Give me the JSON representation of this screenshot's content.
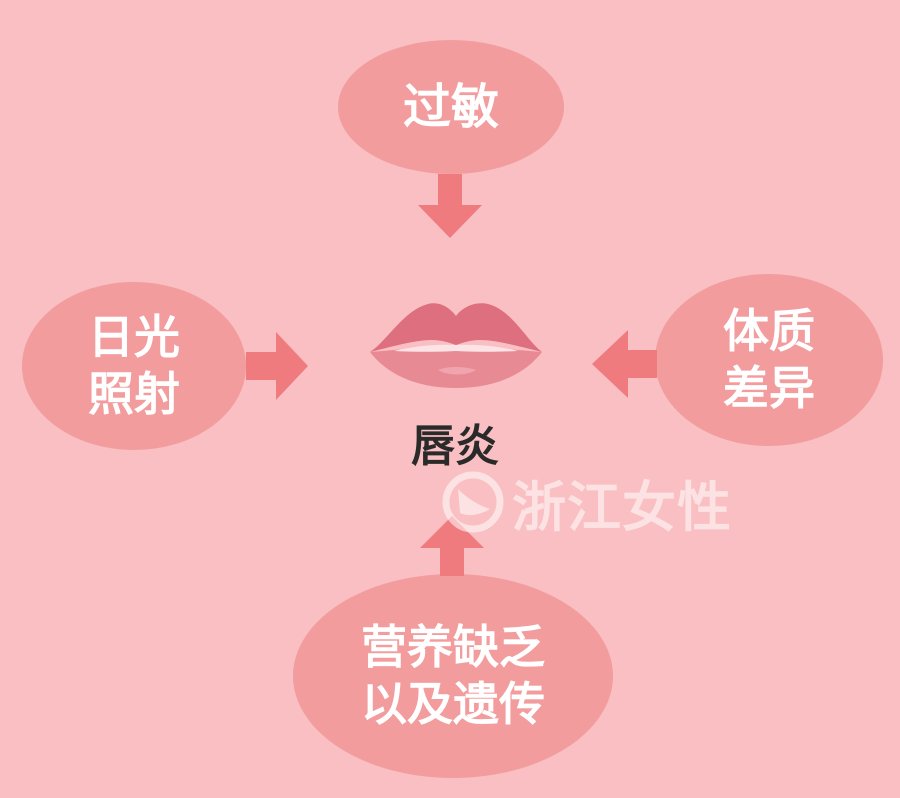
{
  "diagram": {
    "center": {
      "label": "唇炎",
      "icon": "lips-icon"
    },
    "causes": {
      "top": {
        "lines": [
          "过敏"
        ]
      },
      "left": {
        "lines": [
          "日光",
          "照射"
        ]
      },
      "right": {
        "lines": [
          "体质",
          "差异"
        ]
      },
      "bottom": {
        "lines": [
          "营养缺乏",
          "以及遗传"
        ]
      }
    }
  },
  "watermark": {
    "text": "浙江女性",
    "icon": "zhejiang-women-logo-icon"
  },
  "colors": {
    "background": "#f9bfc2",
    "bubble": "#f29c9d",
    "arrow": "#ef7b7f",
    "lips_upper": "#de6f7e",
    "lips_lower": "#e88a94",
    "label": "#2a2a2a",
    "bubble_text": "#ffffff"
  }
}
